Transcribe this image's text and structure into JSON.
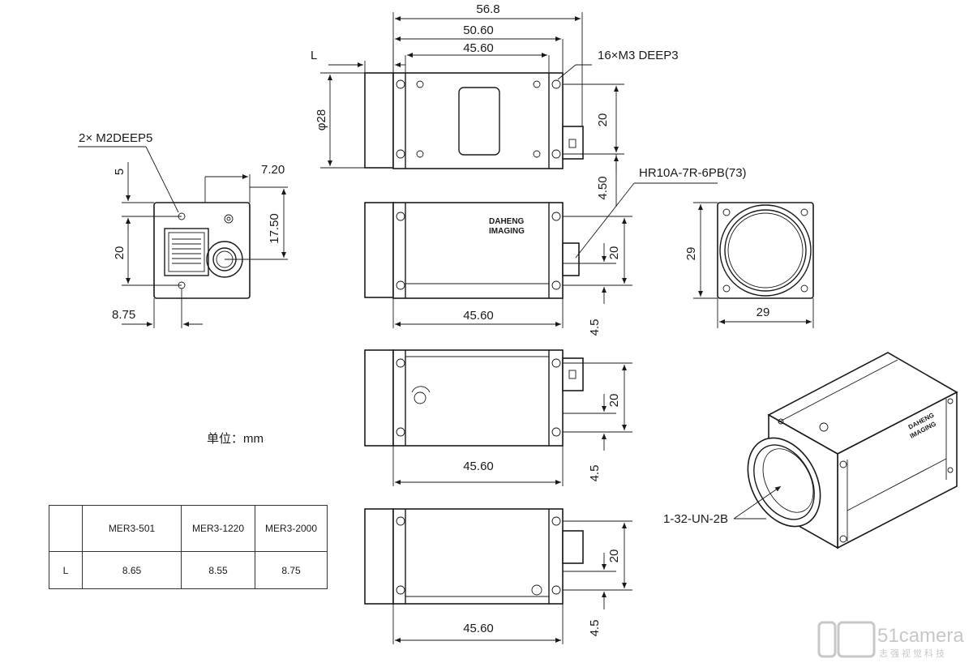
{
  "dims": {
    "total_len": "56.8",
    "len_50": "50.60",
    "len_45": "45.60",
    "L": "L",
    "dia28": "φ28",
    "h20_top": "20",
    "h450_top": "4.50",
    "h20_mid": "20",
    "h45_mid": "4.5",
    "h20_low": "20",
    "h45_low": "4.5",
    "h20_bot": "20",
    "h45_bot": "4.5",
    "w45_mid": "45.60",
    "w45_low": "45.60",
    "w45_bot": "45.60",
    "back_5": "5",
    "back_720": "7.20",
    "back_1750": "17.50",
    "back_20": "20",
    "back_875": "8.75",
    "front_29h": "29",
    "front_29w": "29"
  },
  "callouts": {
    "m2": "2× M2DEEP5",
    "m3": "16×M3 DEEP3",
    "connector": "HR10A-7R-6PB(73)",
    "lens_mount": "1-32-UN-2B"
  },
  "logo": {
    "line1": "DAHENG",
    "line2": "IMAGING"
  },
  "units": "单位：mm",
  "spec_table": {
    "headers": [
      "",
      "MER3-501",
      "MER3-1220",
      "MER3-2000"
    ],
    "row_label": "L",
    "row_values": [
      "8.65",
      "8.55",
      "8.75"
    ]
  },
  "watermark": {
    "brand": "51camera",
    "tagline": "志强视觉科技"
  }
}
